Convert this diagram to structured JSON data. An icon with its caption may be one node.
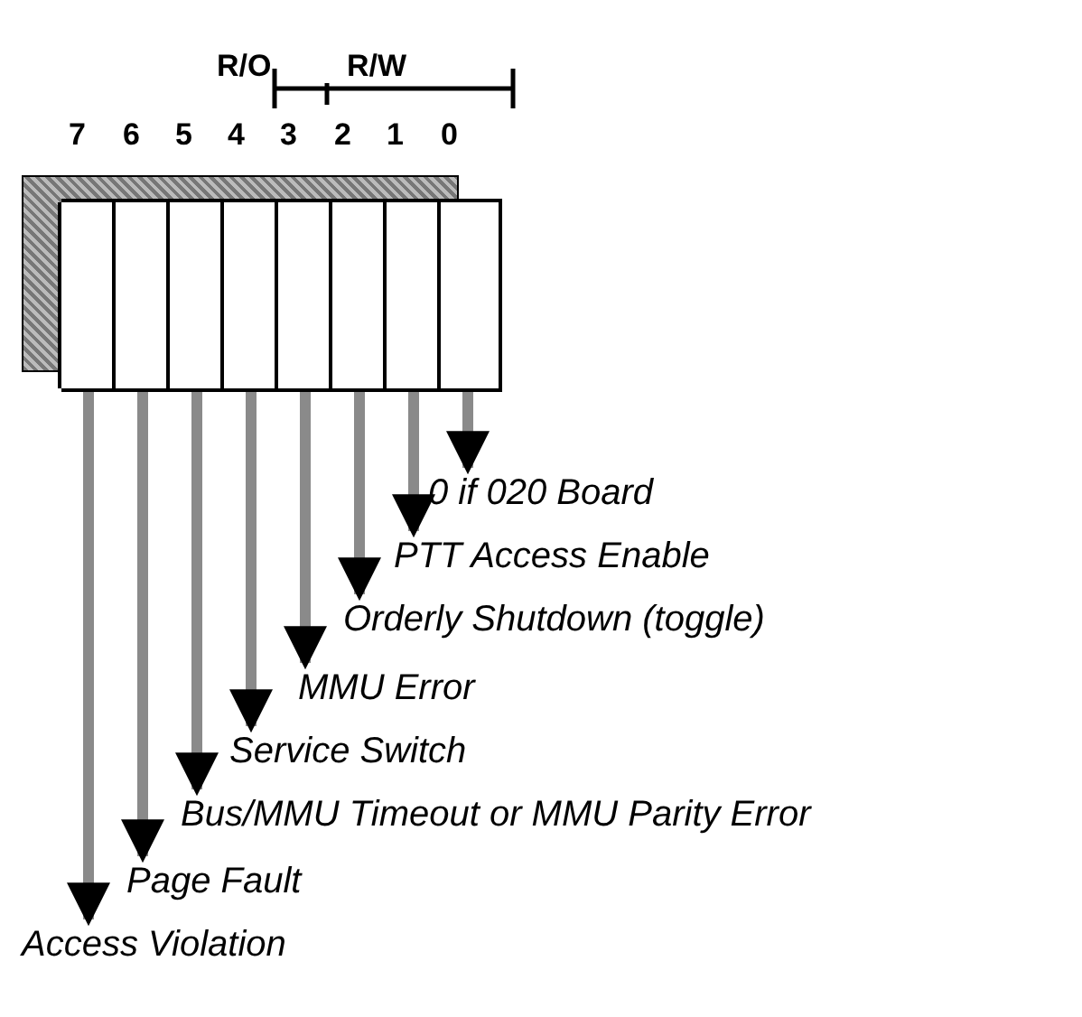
{
  "diagram": {
    "nodes": [
      {
        "text": [],
        "shape": "box"
      },
      {
        "text": [],
        "shape": "box",
        "in": 0
      },
      {
        "text": [],
        "shape": "box",
        "in": 0
      },
      {
        "text": [],
        "shape": "box",
        "in": 0
      },
      {
        "text": [],
        "shape": "box",
        "in": 0
      },
      {
        "text": [],
        "shape": "box",
        "in": 0
      },
      {
        "text": [],
        "shape": "box",
        "in": 0
      },
      {
        "text": [],
        "shape": "box",
        "in": 0
      },
      {
        "text": [],
        "shape": "box",
        "in": 0
      },
      {
        "text": [
          "0 if 020 Board"
        ]
      },
      {
        "text": [
          "PTT Access Enable"
        ]
      },
      {
        "text": [
          "Orderly Shutdown (toggle)"
        ]
      },
      {
        "text": [
          "MMU Error"
        ]
      },
      {
        "text": [
          "Service Switch"
        ]
      },
      {
        "text": [
          "Bus/MMU Timeout or MMU Parity Error"
        ]
      },
      {
        "text": [
          "Page Fault"
        ]
      },
      {
        "text": [
          "Access Violation"
        ]
      }
    ],
    "edges": [
      {
        "from": 8,
        "to": 9,
        "arrow": "to"
      },
      {
        "from": 7,
        "to": 10,
        "arrow": "to"
      },
      {
        "from": 6,
        "to": 11,
        "arrow": "to"
      },
      {
        "from": 5,
        "to": 12,
        "arrow": "to"
      },
      {
        "from": 4,
        "to": 13,
        "arrow": "to"
      },
      {
        "from": 3,
        "to": 14,
        "arrow": "to"
      },
      {
        "from": 2,
        "to": 15,
        "arrow": "to"
      },
      {
        "from": 1,
        "to": 16,
        "arrow": "to"
      }
    ],
    "labels": [
      "R/O",
      "R/W",
      "7",
      "6",
      "5",
      "4",
      "3",
      "2",
      "1",
      "0"
    ]
  }
}
